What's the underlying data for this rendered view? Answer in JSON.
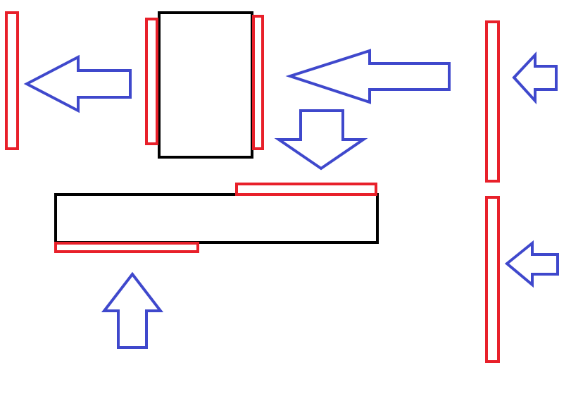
{
  "colors": {
    "background": "#ffffff",
    "red": "#e8202a",
    "black": "#000000",
    "blue": "#3f48cc"
  },
  "shapes": {
    "black_boxes": [
      {
        "id": "tall-box",
        "orientation": "vertical"
      },
      {
        "id": "wide-box",
        "orientation": "horizontal"
      }
    ],
    "red_bars": [
      {
        "id": "far-left-bar",
        "orientation": "vertical"
      },
      {
        "id": "tall-box-left-edge",
        "orientation": "vertical"
      },
      {
        "id": "tall-box-right-edge",
        "orientation": "vertical"
      },
      {
        "id": "wide-box-top-edge",
        "orientation": "horizontal"
      },
      {
        "id": "wide-box-bottom-edge",
        "orientation": "horizontal"
      },
      {
        "id": "right-upper-bar",
        "orientation": "vertical"
      },
      {
        "id": "right-lower-bar",
        "orientation": "vertical"
      }
    ],
    "blue_arrows": [
      {
        "id": "arrow-left-small",
        "direction": "left"
      },
      {
        "id": "arrow-left-long",
        "direction": "left"
      },
      {
        "id": "arrow-down",
        "direction": "down"
      },
      {
        "id": "arrow-up",
        "direction": "up"
      },
      {
        "id": "arrow-left-right-upper",
        "direction": "left"
      },
      {
        "id": "arrow-left-right-lower",
        "direction": "left"
      }
    ]
  }
}
